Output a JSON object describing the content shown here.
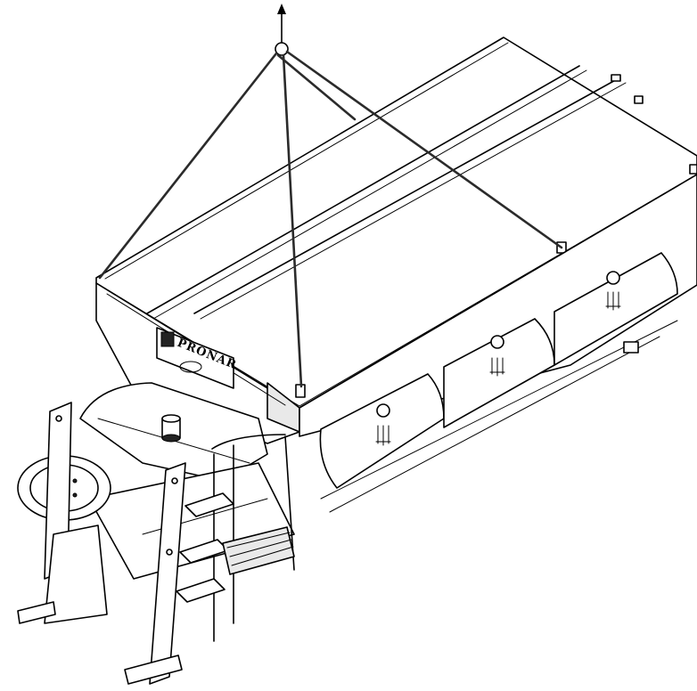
{
  "figure": {
    "brand_label": "PRONAR",
    "line_color": "#000000",
    "background": "#ffffff"
  },
  "icons": {
    "lift_arrow": "arrow-up",
    "lifting_ring": "ring",
    "beacon": "warning-beacon",
    "logo": "pronar-logo"
  }
}
